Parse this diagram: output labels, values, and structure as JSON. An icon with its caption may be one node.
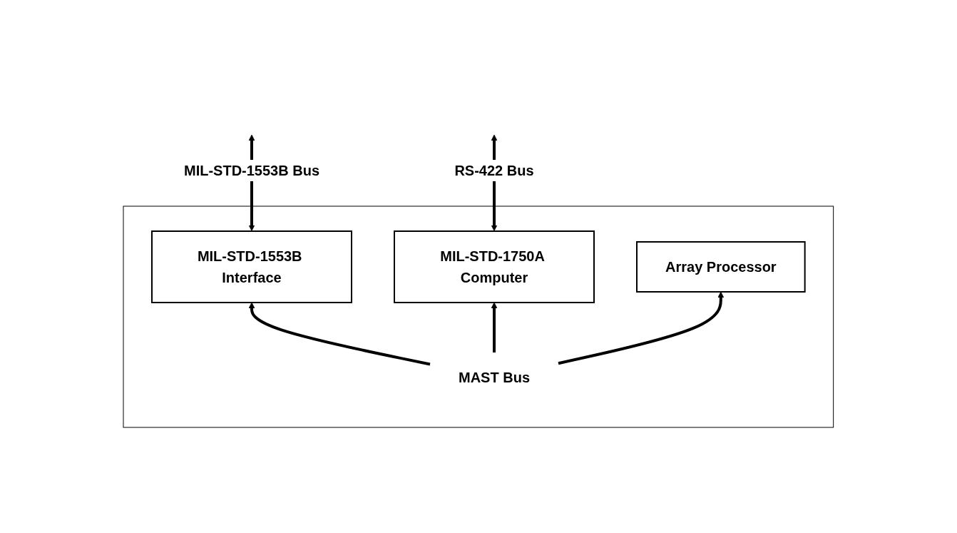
{
  "diagram": {
    "nodes": [
      {
        "text": [],
        "shape": "box"
      },
      {
        "text": [
          "MIL-STD-1553B Interface"
        ],
        "in": 0
      },
      {
        "text": [
          "MIL-STD-1750A Computer"
        ],
        "in": 0
      },
      {
        "text": [
          "Array Processor"
        ],
        "in": 0
      },
      {
        "text": [
          "MAST Bus"
        ],
        "in": 0
      }
    ],
    "edges": [
      {
        "from": null,
        "to": 2,
        "arrow": "both",
        "label": "RS-422 Bus"
      },
      {
        "from": null,
        "to": 1,
        "arrow": "both",
        "label": "MIL-STD-1553B Bus"
      },
      {
        "from": 4,
        "to": 1,
        "arrow": "to"
      },
      {
        "from": 4,
        "to": 2,
        "arrow": "to"
      },
      {
        "from": 4,
        "to": 3,
        "arrow": "to"
      }
    ]
  }
}
